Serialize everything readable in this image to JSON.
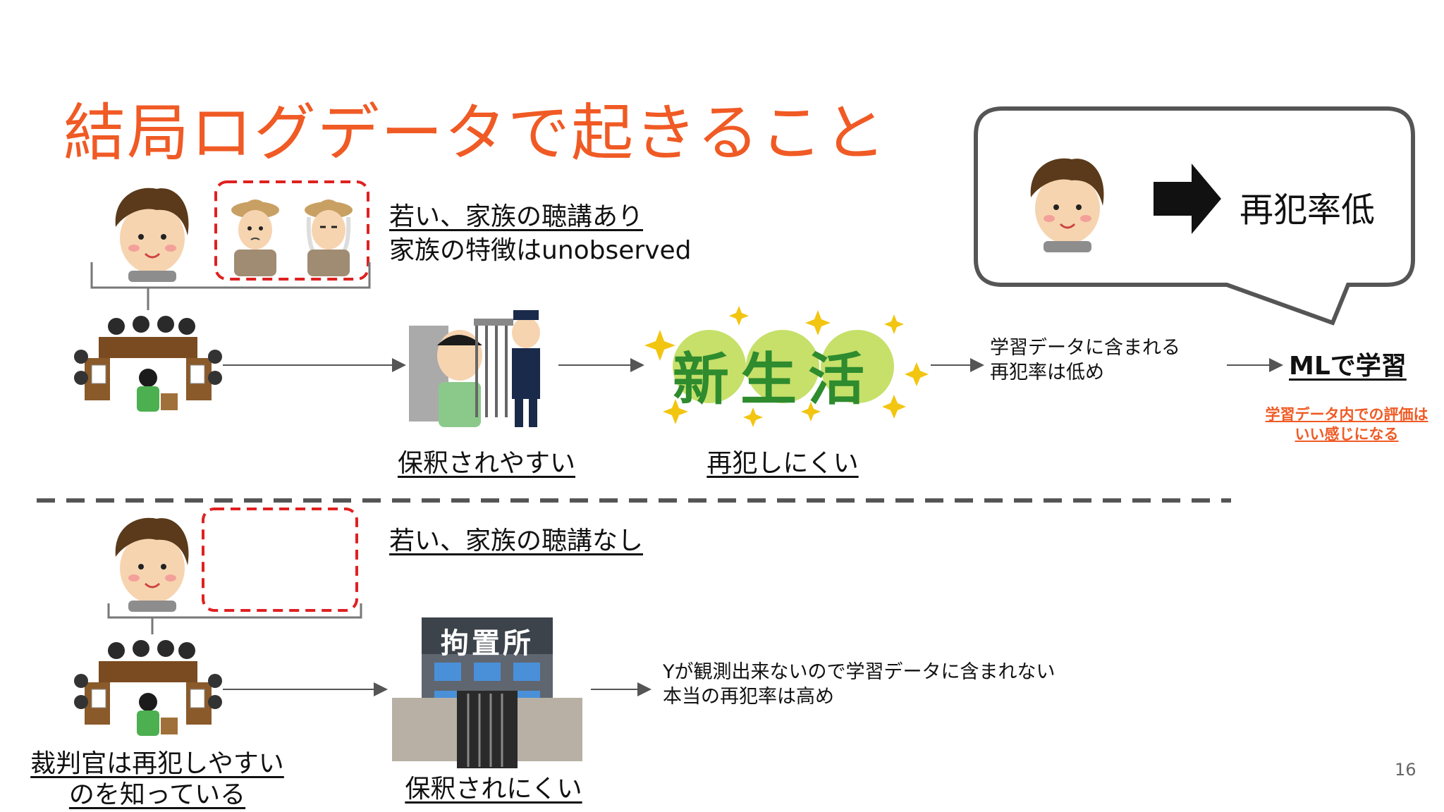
{
  "slide": {
    "title": "結局ログデータで起きること",
    "page_number": "16",
    "colors": {
      "title": "#f05a24",
      "accent": "#f05a24",
      "dash_box": "#e02020",
      "divider": "#555555"
    }
  },
  "top": {
    "family_line1": "若い、家族の聴講あり",
    "family_line2": "家族の特徴はunobserved",
    "caption_bail": "保釈されやすい",
    "new_life_text": "新生活",
    "caption_reoffend": "再犯しにくい",
    "data_note_line1": "学習データに含まれる",
    "data_note_line2": "再犯率は低め",
    "ml_label": "MLで学習",
    "eval_note_line1": "学習データ内での評価は",
    "eval_note_line2": "いい感じになる"
  },
  "bubble": {
    "text": "再犯率低"
  },
  "bottom": {
    "family_line": "若い、家族の聴講なし",
    "jail_sign": "拘置所",
    "caption_bail": "保釈されにくい",
    "data_note_line1": "Yが観測出来ないので学習データに含まれない",
    "data_note_line2": "本当の再犯率は高め",
    "judge_line1": "裁判官は再犯しやすい",
    "judge_line2": "のを知っている"
  }
}
